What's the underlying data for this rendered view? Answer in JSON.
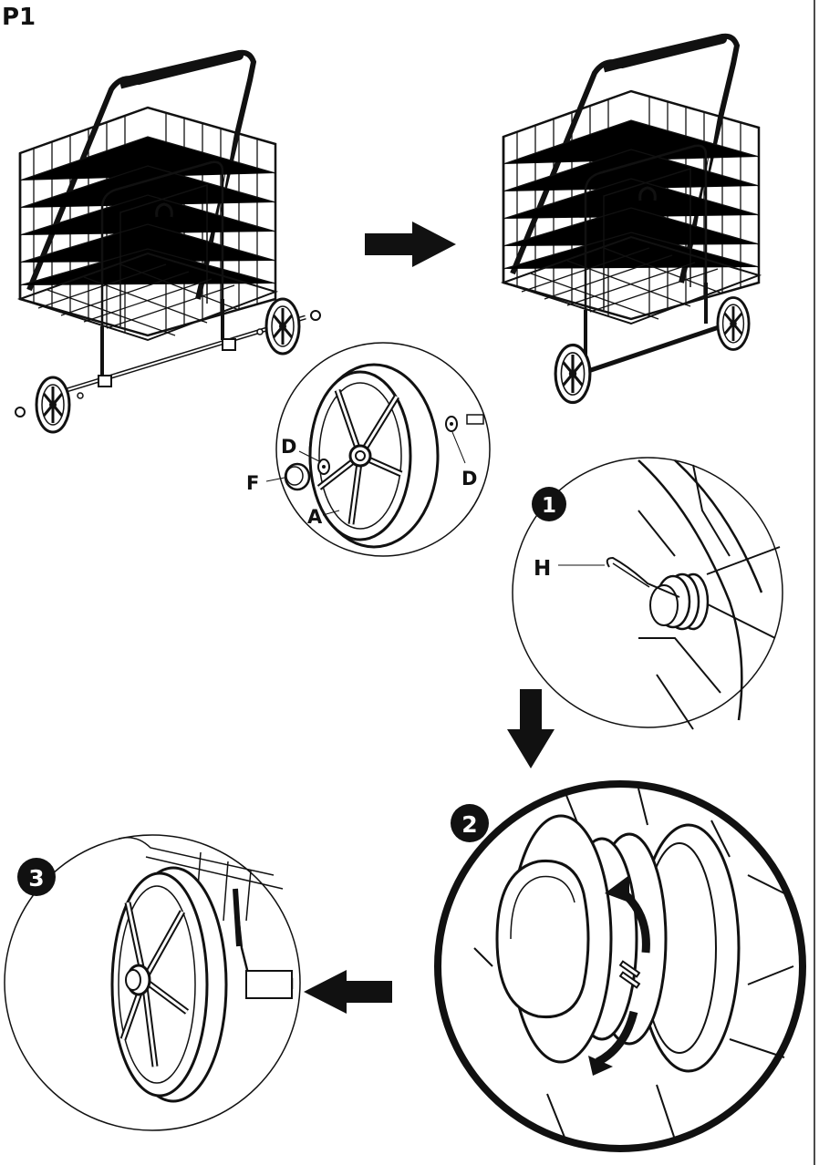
{
  "page": {
    "label": "P1"
  },
  "callouts": {
    "wheel_parts": {
      "d_left": "D",
      "d_right": "D",
      "f": "F",
      "a": "A"
    },
    "step1": {
      "number": "1",
      "h": "H"
    },
    "step2": {
      "number": "2"
    },
    "step3": {
      "number": "3"
    }
  },
  "icons": [
    "arrow-right-icon",
    "arrow-down-icon",
    "arrow-left-icon",
    "rotate-arrows-icon"
  ],
  "colors": {
    "line": "#111111",
    "background": "#ffffff"
  }
}
